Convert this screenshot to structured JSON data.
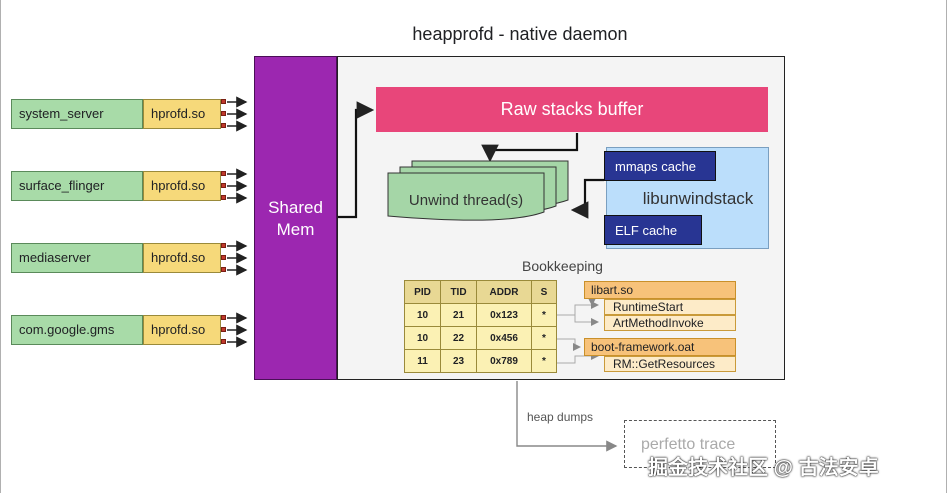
{
  "title": "heapprofd - native daemon",
  "processes": [
    {
      "name": "system_server",
      "lib": "hprofd.so"
    },
    {
      "name": "surface_flinger",
      "lib": "hprofd.so"
    },
    {
      "name": "mediaserver",
      "lib": "hprofd.so"
    },
    {
      "name": "com.google.gms",
      "lib": "hprofd.so"
    }
  ],
  "shared_mem": {
    "line1": "Shared",
    "line2": "Mem"
  },
  "raw_stacks": "Raw stacks buffer",
  "unwind": "Unwind thread(s)",
  "libunwind": "libunwindstack",
  "mmaps_cache": "mmaps cache",
  "elf_cache": "ELF cache",
  "bookkeeping": {
    "title": "Bookkeeping",
    "headers": [
      "PID",
      "TID",
      "ADDR",
      "S"
    ],
    "rows": [
      [
        "10",
        "21",
        "0x123",
        "*"
      ],
      [
        "10",
        "22",
        "0x456",
        "*"
      ],
      [
        "11",
        "23",
        "0x789",
        "*"
      ]
    ],
    "symbols": [
      {
        "lib": "libart.so",
        "funcs": [
          "RuntimeStart",
          "ArtMethodInvoke"
        ]
      },
      {
        "lib": "boot-framework.oat",
        "funcs": [
          "RM::GetResources"
        ]
      }
    ]
  },
  "heap_dumps": "heap dumps",
  "perfetto": "perfetto trace",
  "watermark": "掘金技术社区 @ 古法安卓",
  "colors": {
    "shared_mem": "#9c27b0",
    "raw_stacks": "#e8467a",
    "unwind": "#a5d6a7",
    "libunwind": "#bbdefb",
    "cache": "#283593"
  }
}
